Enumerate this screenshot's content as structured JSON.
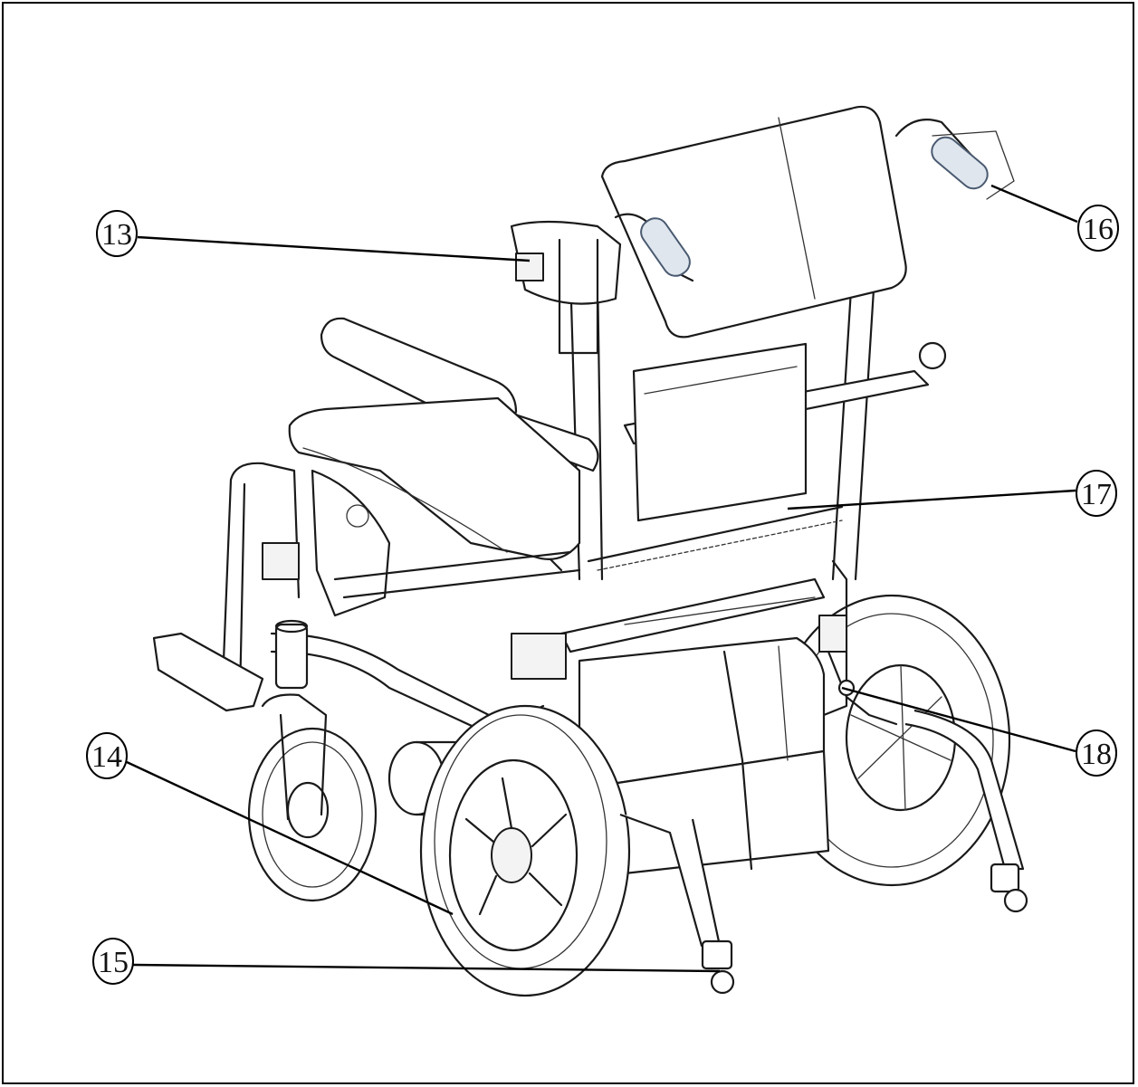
{
  "callouts": [
    {
      "label": "13"
    },
    {
      "label": "14"
    },
    {
      "label": "15"
    },
    {
      "label": "16"
    },
    {
      "label": "17"
    },
    {
      "label": "18"
    }
  ]
}
